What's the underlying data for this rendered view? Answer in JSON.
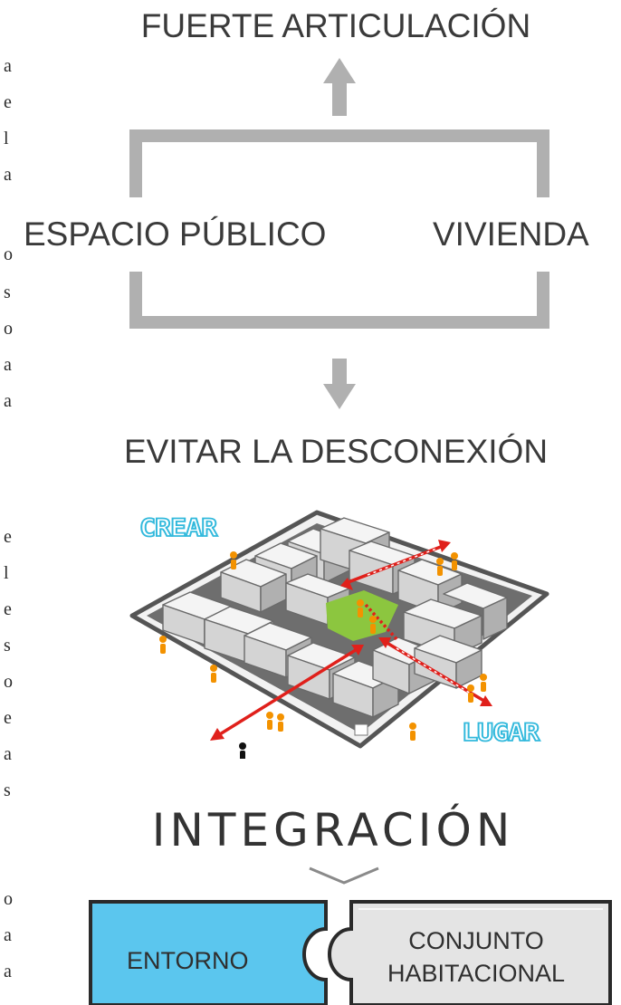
{
  "top_diagram": {
    "top_label": "FUERTE ARTICULACIÓN",
    "left_label": "ESPACIO PÚBLICO",
    "right_label": "VIVIENDA",
    "bottom_label": "EVITAR LA DESCONEXIÓN",
    "bracket_color": "#b0b0b0"
  },
  "illustration": {
    "crear_label": "CREAR",
    "lugar_label": "LUGAR",
    "accent_color": "#32b9dc",
    "arrow_color": "#e0201b",
    "plaza_color": "#8cc63f",
    "person_color": "#f39200"
  },
  "bottom_diagram": {
    "title": "INTEGRACIÓN",
    "left_piece": "ENTORNO",
    "right_piece_line1": "CONJUNTO",
    "right_piece_line2": "HABITACIONAL",
    "left_piece_color": "#5bc6ee",
    "right_piece_color": "#e4e4e4"
  },
  "margin_glyphs": [
    "a",
    "e",
    "l",
    "a",
    "o",
    "s",
    "o",
    "a",
    "a",
    "e",
    "l",
    "e",
    "s",
    "o",
    "e",
    "a",
    "s",
    "o",
    "a",
    "a"
  ]
}
